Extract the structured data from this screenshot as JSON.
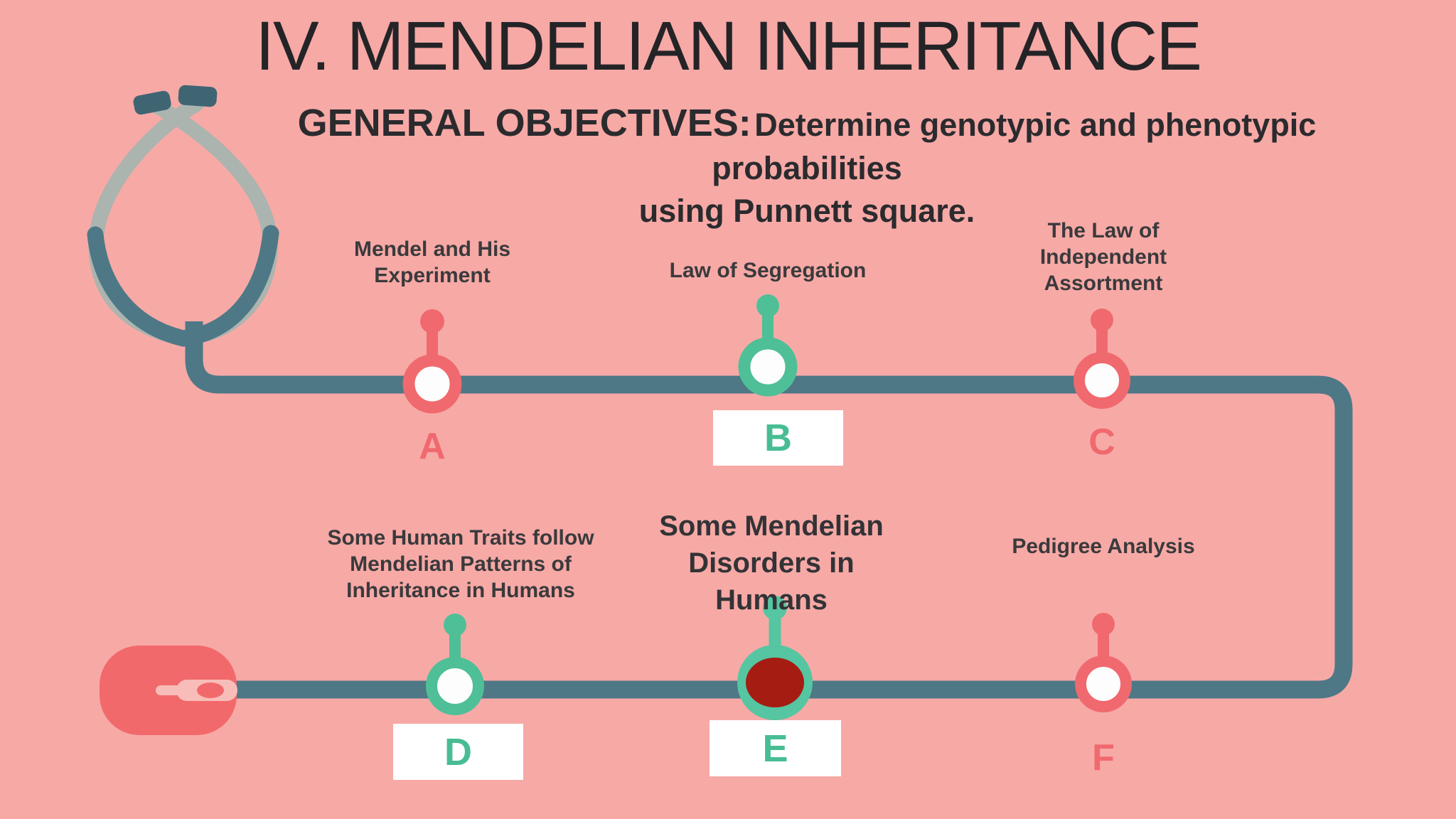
{
  "page": {
    "title": "IV. MENDELIAN INHERITANCE"
  },
  "objectives": {
    "heading": "GENERAL OBJECTIVES:",
    "line1": "Determine genotypic and phenotypic probabilities",
    "line2": "using Punnett square."
  },
  "nodes": [
    {
      "letter": "A",
      "label": "Mendel and His\nExperiment",
      "color": "#F0696E",
      "boxed": false,
      "marker_center": "white"
    },
    {
      "letter": "B",
      "label": "Law of Segregation",
      "color": "#4FBF97",
      "boxed": true,
      "marker_center": "white"
    },
    {
      "letter": "C",
      "label": "The Law of\nIndependent\nAssortment",
      "color": "#F0696E",
      "boxed": false,
      "marker_center": "white"
    },
    {
      "letter": "D",
      "label": "Some Human Traits follow\nMendelian Patterns of\nInheritance in Humans",
      "color": "#4FBF97",
      "boxed": true,
      "marker_center": "white"
    },
    {
      "letter": "E",
      "label": "Some Mendelian\nDisorders in Humans",
      "color": "#56C5A1",
      "boxed": true,
      "marker_center": "#A51C13"
    },
    {
      "letter": "F",
      "label": "Pedigree Analysis",
      "color": "#F0696E",
      "boxed": false,
      "marker_center": "white"
    }
  ],
  "colors": {
    "background": "#F7A9A6",
    "timeline": "#4E7886",
    "salmon": "#F0696E",
    "teal": "#4FBF97",
    "mint": "#56C5A1",
    "dark_red": "#A51C13",
    "earpiece_dark": "#3F6573",
    "tube_gray": "#ACB4AF",
    "text_dark": "#2B2B2E",
    "white": "#FFFFFF"
  },
  "icons": {
    "stethoscope": "stethoscope-illustration",
    "mouse": "computer-mouse-illustration",
    "pin": "map-pin-marker"
  }
}
